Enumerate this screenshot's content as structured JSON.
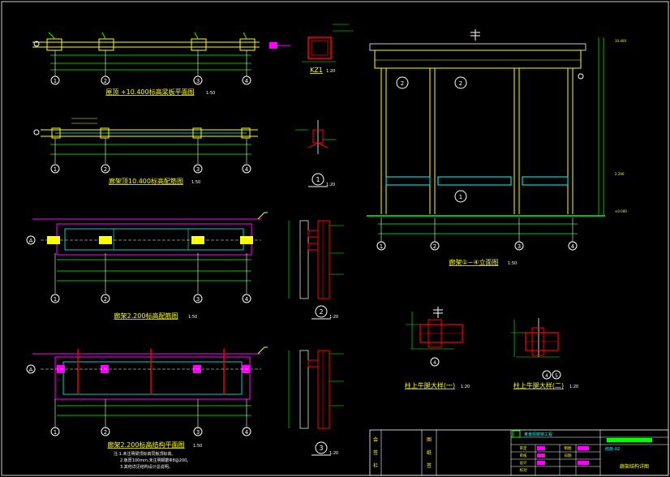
{
  "drawing": {
    "titles": {
      "plan_top": "屋顶 +10.400标高梁板平面图",
      "plan_top_scale": "1:50",
      "plan_mid": "廊架顶10.400标高配筋图",
      "plan_mid_scale": "1:50",
      "plan_lower": "廊架2.200标高配筋图",
      "plan_lower_scale": "1:50",
      "plan_bottom": "廊架2.200标高结构平面图",
      "plan_bottom_scale": "1:50",
      "column_section": "KZ1",
      "column_section_scale": "1:20",
      "elevation": "廊架①~④立面图",
      "elevation_scale": "1:50",
      "bracket_1": "柱上牛腿大样(一)",
      "bracket_1_scale": "1:20",
      "bracket_2": "柱上牛腿大样(二)",
      "bracket_2_scale": "1:20",
      "detail_scale": "1:20"
    },
    "axes": [
      "1",
      "2",
      "3",
      "4"
    ],
    "row_axis": "A",
    "details": [
      "1",
      "2",
      "3"
    ],
    "elevation_marks": [
      "2",
      "2",
      "1"
    ],
    "elevation_levels": [
      "10.400",
      "2.200",
      "±0.000"
    ],
    "bracket_axes": [
      "4",
      "5"
    ],
    "notes": [
      "注:1.未注明梁顶标高同板顶标高。",
      "2.板厚100mm,未注明钢筋Φ8@200。",
      "3.其他详见结构设计总说明。"
    ],
    "title_block": {
      "project": "某景观廊架工程",
      "sheet_name": "廊架结构详图",
      "drawing_no": "结施-02",
      "left_labels": [
        "会",
        "签",
        "栏"
      ],
      "mid_labels": [
        "图",
        "纸",
        "签"
      ],
      "rows": [
        "审定",
        "审核",
        "设计",
        "校对",
        "制图",
        "日期"
      ]
    }
  },
  "colors": {
    "background": "#000000",
    "beam": "#ffff00",
    "dimension": "#00ff00",
    "axis": "#ffffff",
    "rebar": "#ff0000",
    "hatch": "#ff00ff",
    "column": "#ffff00",
    "line": "#00ffff"
  }
}
